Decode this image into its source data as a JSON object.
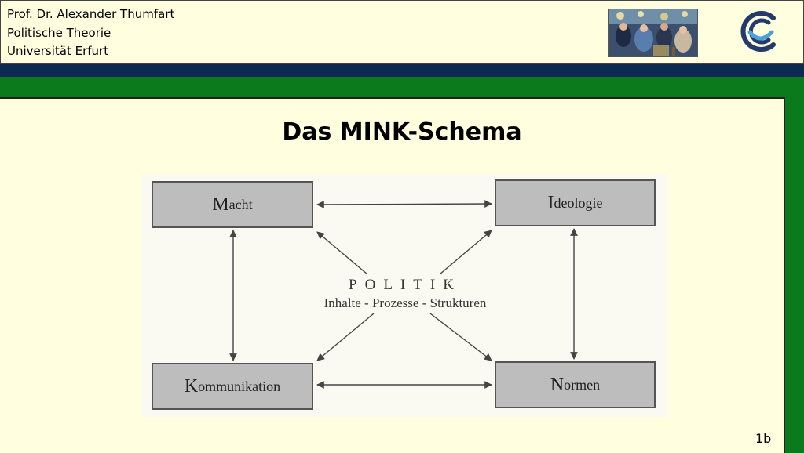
{
  "header": {
    "author": "Prof. Dr. Alexander Thumfart",
    "course": "Politische Theorie",
    "university": "Universität Erfurt",
    "painting_icon": "crowd-painting-image",
    "logo_icon": "university-erfurt-logo"
  },
  "colors": {
    "background_green": "#0a7a1c",
    "navy_bar": "#0d2a52",
    "slide_bg": "#ffffe0",
    "box_fill": "#bdbdbd"
  },
  "slide": {
    "title": "Das MINK-Schema",
    "page_number": "1b"
  },
  "diagram": {
    "boxes": {
      "macht": {
        "initial": "M",
        "rest": "acht"
      },
      "ideologie": {
        "initial": "I",
        "rest": "deologie"
      },
      "kommunikation": {
        "initial": "K",
        "rest": "ommunikation"
      },
      "normen": {
        "initial": "N",
        "rest": "ormen"
      }
    },
    "center_title": "POLITIK",
    "center_subtitle": "Inhalte - Prozesse - Strukturen",
    "relations": [
      [
        "Macht",
        "Ideologie"
      ],
      [
        "Macht",
        "Kommunikation"
      ],
      [
        "Ideologie",
        "Normen"
      ],
      [
        "Kommunikation",
        "Normen"
      ],
      [
        "POLITIK",
        "Macht"
      ],
      [
        "POLITIK",
        "Ideologie"
      ],
      [
        "POLITIK",
        "Kommunikation"
      ],
      [
        "POLITIK",
        "Normen"
      ]
    ]
  }
}
